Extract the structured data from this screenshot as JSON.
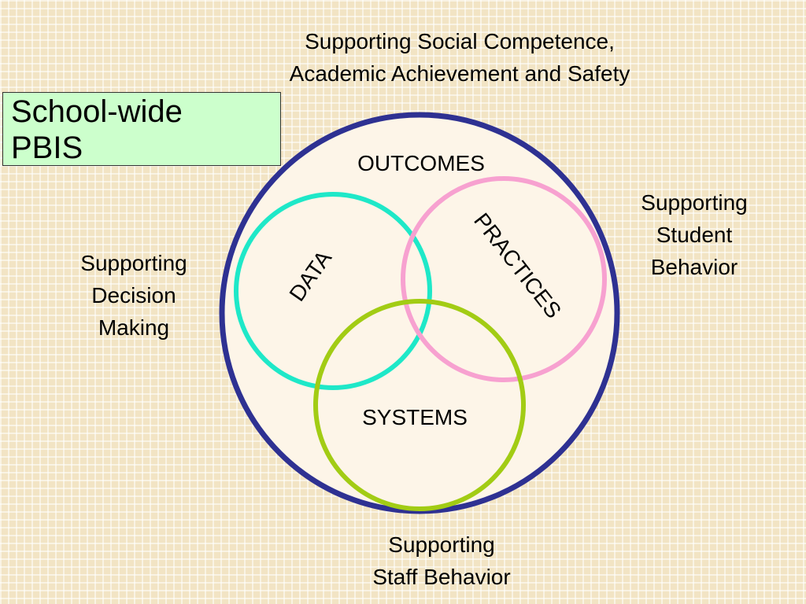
{
  "title": {
    "line1": "School-wide",
    "line2": "PBIS"
  },
  "top_caption": {
    "line1": "Supporting Social Competence,",
    "line2": "Academic Achievement and Safety"
  },
  "left_caption": {
    "line1": "Supporting",
    "line2": "Decision",
    "line3": "Making"
  },
  "right_caption": {
    "line1": "Supporting",
    "line2": "Student",
    "line3": "Behavior"
  },
  "bottom_caption": {
    "line1": "Supporting",
    "line2": "Staff Behavior"
  },
  "diagram": {
    "outer_label": "OUTCOMES",
    "data_label": "DATA",
    "practices_label": "PRACTICES",
    "systems_label": "SYSTEMS"
  },
  "colors": {
    "background": "#f2e4c4",
    "title_box": "#ccffcc",
    "outer_ring": "#2e3192",
    "outer_fill": "#fdf5e8",
    "data_ring": "#1ee8c8",
    "practices_ring": "#f7a1d0",
    "systems_ring": "#a2cc14"
  }
}
